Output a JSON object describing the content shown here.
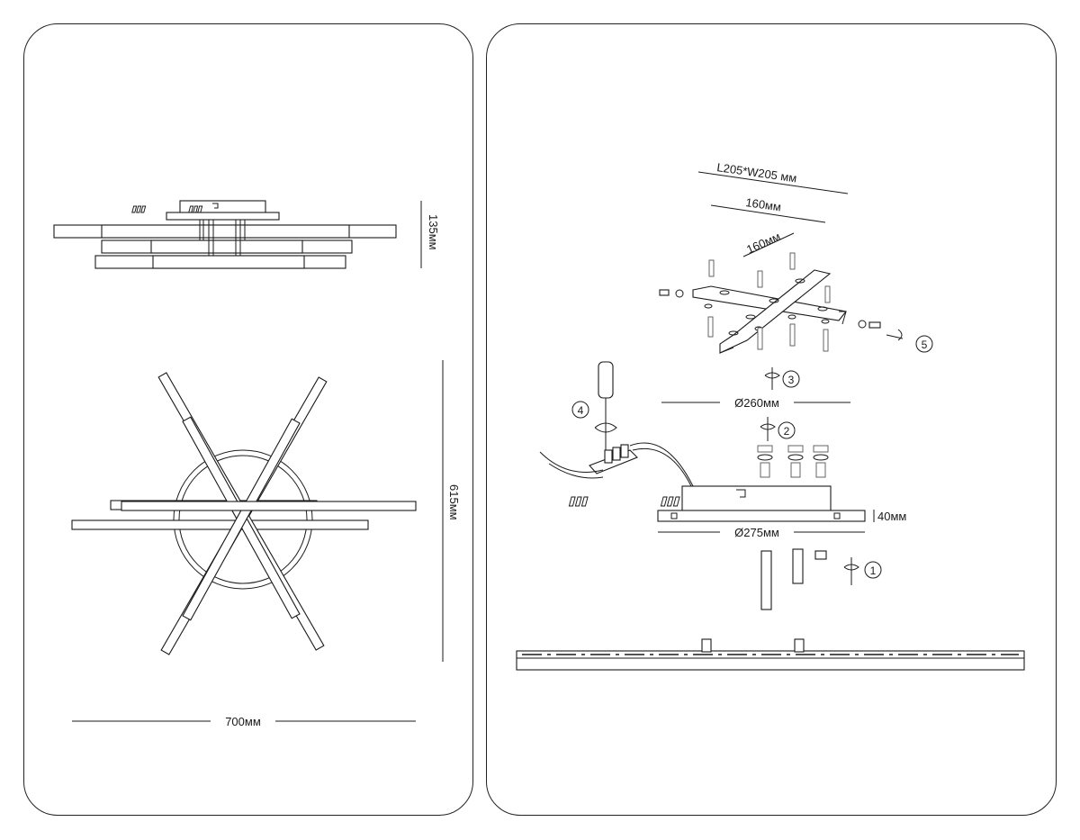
{
  "left_panel": {
    "height_label": "135мм",
    "depth_label": "615мм",
    "width_label": "700мм"
  },
  "right_panel": {
    "bracket_size_label": "L205*W205 мм",
    "bracket_length_label": "160мм",
    "bracket_width_label": "160мм",
    "mount_diameter_label": "Ø260мм",
    "base_diameter_label": "Ø275мм",
    "base_height_label": "40мм",
    "steps": [
      "1",
      "2",
      "3",
      "4",
      "5"
    ]
  }
}
